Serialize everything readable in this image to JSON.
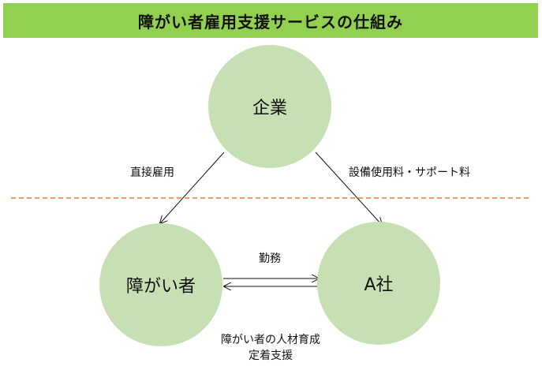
{
  "title": "障がい者雇用支援サービスの仕組み",
  "nodes": {
    "company": "企業",
    "person": "障がい者",
    "a_company": "A社"
  },
  "labels": {
    "direct_employment": "直接雇用",
    "facility_fee": "設備使用料・サポート料",
    "work": "勤務",
    "support_line1": "障がい者の人材育成",
    "support_line2": "定着支援"
  },
  "colors": {
    "title_bar": "#92d050",
    "node_fill": "#c6e0b4",
    "dashed_line": "#ed7d31"
  }
}
